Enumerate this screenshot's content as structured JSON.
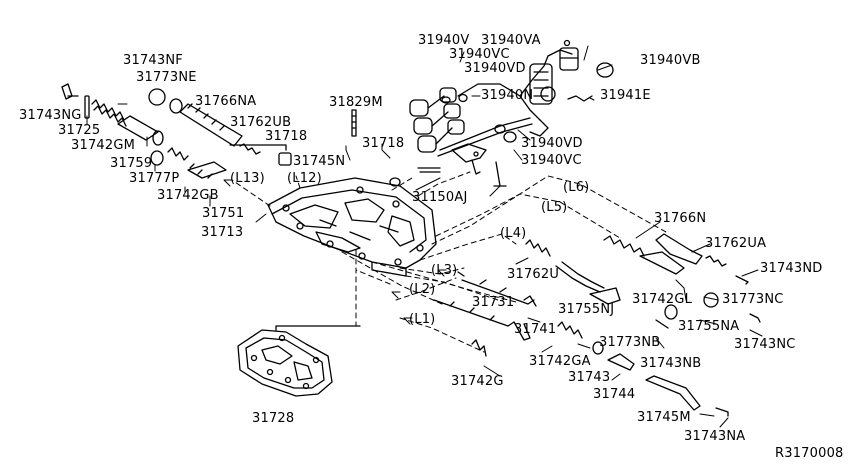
{
  "labels": {
    "p31940V": "31940V",
    "p31940VA": "31940VA",
    "p31940VB": "31940VB",
    "p31940VC_top": "31940VC",
    "p31940VD_top": "31940VD",
    "p31940N": "31940N",
    "p31941E": "31941E",
    "p31940VD_bot": "31940VD",
    "p31940VC_bot": "31940VC",
    "p31743NF": "31743NF",
    "p31773NE": "31773NE",
    "p31766NA": "31766NA",
    "p31743NG": "31743NG",
    "p31725": "31725",
    "p31742GM": "31742GM",
    "p31762UB": "31762UB",
    "p31718_left": "31718",
    "p31829M": "31829M",
    "p31718_right": "31718",
    "p31745N": "31745N",
    "p31759": "31759",
    "p31777P": "31777P",
    "p31742GB": "31742GB",
    "p31751": "31751",
    "p31713": "31713",
    "p31150AJ": "31150AJ",
    "p31766N": "31766N",
    "p31762UA": "31762UA",
    "p31743ND": "31743ND",
    "p31762U": "31762U",
    "p31731": "31731",
    "p31755NJ": "31755NJ",
    "p31742GL": "31742GL",
    "p31773NC": "31773NC",
    "p31741": "31741",
    "p31773NB": "31773NB",
    "p31755NA": "31755NA",
    "p31743NC": "31743NC",
    "p31742GA": "31742GA",
    "p31743NB": "31743NB",
    "p31743": "31743",
    "p31742G": "31742G",
    "p31744": "31744",
    "p31745M": "31745M",
    "p31743NA": "31743NA",
    "p31728": "31728",
    "L1": "(L1)",
    "L2": "(L2)",
    "L3": "(L3)",
    "L4": "(L4)",
    "L5": "(L5)",
    "L6": "(L6)",
    "L12": "(L12)",
    "L13": "(L13)"
  },
  "reference_code": "R3170008"
}
